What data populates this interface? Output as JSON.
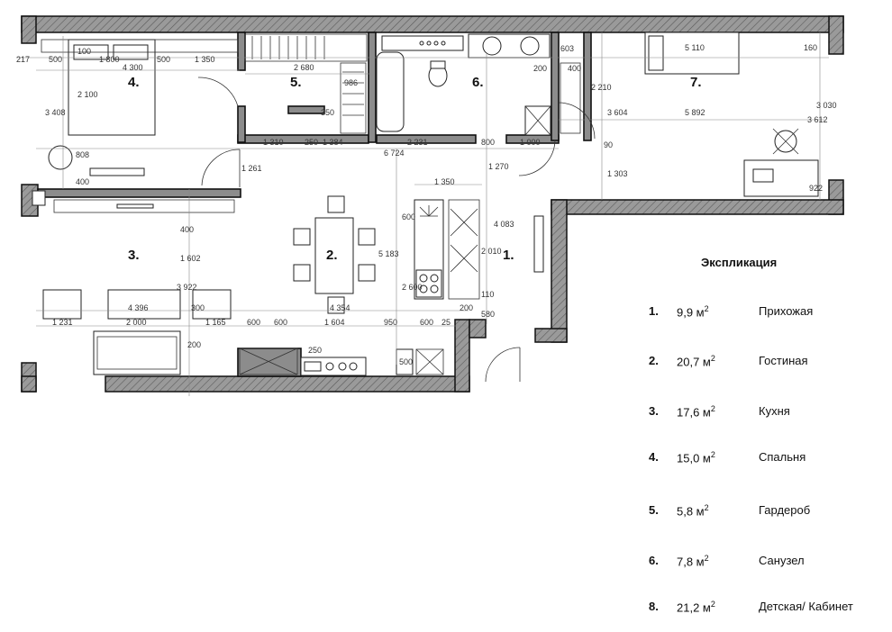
{
  "plan": {
    "room_labels": [
      "1.",
      "2.",
      "3.",
      "4.",
      "5.",
      "6.",
      "7."
    ],
    "dimensions": {
      "d217": "217",
      "d500a": "500",
      "d1800": "1 800",
      "d500b": "500",
      "d1350a": "1 350",
      "d4300": "4 300",
      "d2680": "2 680",
      "d986": "986",
      "d100": "100",
      "d2100": "2 100",
      "d3408": "3 408",
      "d808": "808",
      "d400a": "400",
      "d350": "350",
      "d1310": "1 310",
      "d250a": "250",
      "d1384": "1 384",
      "d2231": "2 231",
      "d800": "800",
      "d1000": "1 000",
      "d6724": "6 724",
      "d1261": "1 261",
      "d1270": "1 270",
      "d1350b": "1 350",
      "d600a": "600",
      "d4083": "4 083",
      "d2010": "2 010",
      "d5183": "5 183",
      "d2600": "2 600",
      "d110": "110",
      "d580": "580",
      "d200a": "200",
      "d1602": "1 602",
      "d400b": "400",
      "d3922": "3 922",
      "d4396": "4 396",
      "d4354": "4 354",
      "d1231": "1 231",
      "d300": "300",
      "d1165": "1 165",
      "d2000": "2 000",
      "d600b": "600",
      "d600c": "600",
      "d1604": "1 604",
      "d950": "950",
      "d600d": "600",
      "d25": "25",
      "d200b": "200",
      "d250b": "250",
      "d500c": "500",
      "d603": "603",
      "d200c": "200",
      "d400c": "400",
      "d2210": "2 210",
      "d3604": "3 604",
      "d90": "90",
      "d1303": "1 303",
      "d5110": "5 110",
      "d5892": "5 892",
      "d3612": "3 612",
      "d3030": "3 030",
      "d160": "160",
      "d922": "922"
    }
  },
  "legend": {
    "title": "Экспликация",
    "unit_sup": "2",
    "rows": [
      {
        "num": "1.",
        "area": "9,9 м",
        "name": "Прихожая"
      },
      {
        "num": "2.",
        "area": "20,7 м",
        "name": "Гостиная"
      },
      {
        "num": "3.",
        "area": "17,6 м",
        "name": "Кухня"
      },
      {
        "num": "4.",
        "area": "15,0 м",
        "name": "Спальня"
      },
      {
        "num": "5.",
        "area": "5,8 м",
        "name": "Гардероб"
      },
      {
        "num": "6.",
        "area": "7,8 м",
        "name": "Санузел"
      },
      {
        "num": "8.",
        "area": "21,2 м",
        "name": "Детская/ Кабинет"
      }
    ]
  }
}
